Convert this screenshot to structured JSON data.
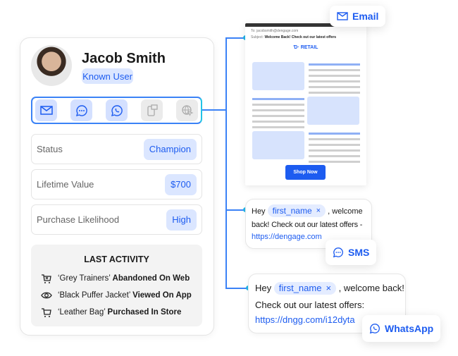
{
  "profile": {
    "name": "Jacob Smith",
    "badge": "Known User"
  },
  "channels": [
    {
      "icon": "email-icon",
      "active": true
    },
    {
      "icon": "sms-icon",
      "active": true
    },
    {
      "icon": "whatsapp-icon",
      "active": true
    },
    {
      "icon": "app-push-icon",
      "active": false
    },
    {
      "icon": "web-push-icon",
      "active": false
    }
  ],
  "attributes": [
    {
      "label": "Status",
      "value": "Champion"
    },
    {
      "label": "Lifetime Value",
      "value": "$700"
    },
    {
      "label": "Purchase Likelihood",
      "value": "High"
    }
  ],
  "last_activity": {
    "title": "LAST ACTIVITY",
    "items": [
      {
        "icon": "cart-abandoned-icon",
        "item": "‘Grey Trainers’",
        "action": "Abandoned On Web"
      },
      {
        "icon": "eye-icon",
        "item": "‘Black Puffer Jacket’",
        "action": "Viewed On App"
      },
      {
        "icon": "cart-icon",
        "item": "‘Leather Bag’",
        "action": "Purchased In Store"
      }
    ]
  },
  "email": {
    "to_label": "To:",
    "to": "jacobsmith@dengage.com",
    "subject_label": "Subject:",
    "subject": "Welcome Back! Check out our latest offers",
    "brand": "RETAIL",
    "cta": "Shop Now",
    "tag": "Email"
  },
  "sms": {
    "hey": "Hey",
    "chip": "first_name",
    "after": ", welcome",
    "body": "back! Check out our latest offers -",
    "link": "https://dengage.com",
    "tag": "SMS"
  },
  "whatsapp": {
    "hey": "Hey",
    "chip": "first_name",
    "after": ", welcome back!",
    "body": "Check out our latest offers:",
    "link": "https://dngg.com/i12dyta",
    "tag": "WhatsApp"
  },
  "colors": {
    "accent": "#1d5cf0",
    "badge_bg": "#dbe6ff",
    "connector": "#3b82f6"
  }
}
